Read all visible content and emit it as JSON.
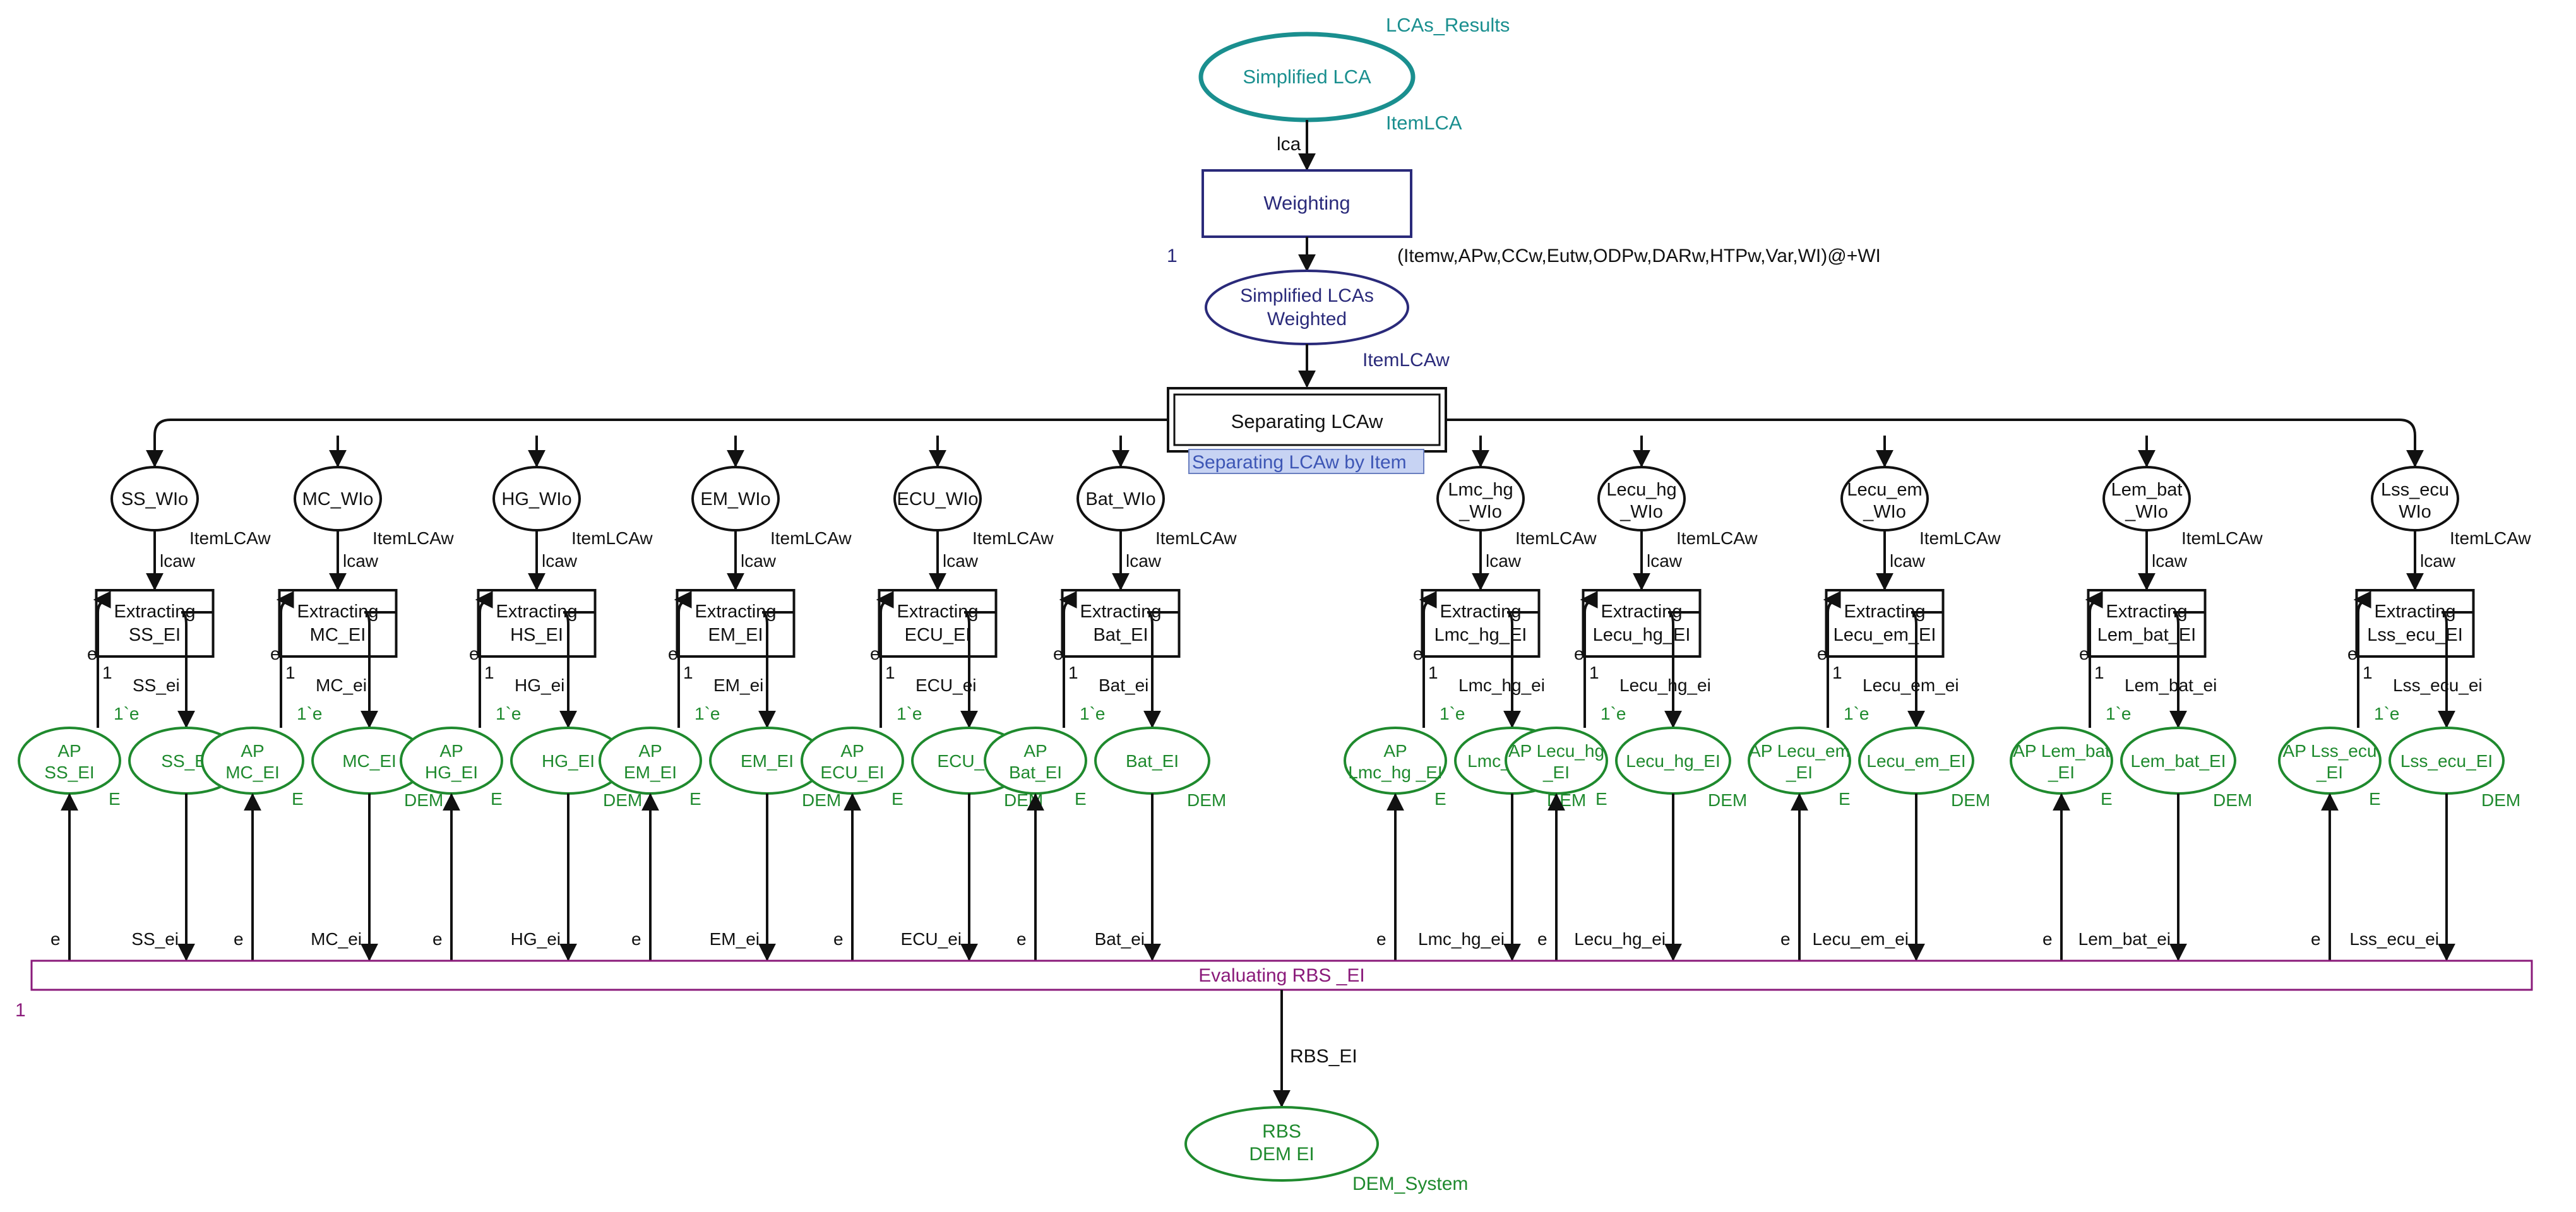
{
  "colors": {
    "teal": "#1a8f8f",
    "navy": "#2a2a7a",
    "green": "#1f8a2e",
    "magenta": "#8a1a7a",
    "black": "#111111",
    "highlight": "#c7d3f3"
  },
  "top": {
    "lca": {
      "label": "Simplified LCA",
      "name": "LCAs_Results",
      "type": "ItemLCA"
    },
    "lca_arc": "lca",
    "weighting": {
      "label": "Weighting",
      "count": "1"
    },
    "weighting_out_arc": "(Itemw,APw,CCw,Eutw,ODPw,DARw,HTPw,Var,WI)@+WI",
    "weighted": {
      "label1": "Simplified LCAs",
      "label2": "Weighted",
      "type": "ItemLCAw"
    },
    "separating": {
      "label": "Separating LCAw",
      "sublabel": "Separating LCAw by Item"
    }
  },
  "branches": [
    {
      "wio1": "SS_WIo",
      "wio2": "",
      "wio_type": "ItemLCAw",
      "lcaw": "lcaw",
      "ex1": "Extracting",
      "ex2": "SS_EI",
      "out_arc": "SS_ei",
      "in_e": "e",
      "in_1": "1",
      "one_e": "1`e",
      "ap1": "AP",
      "ap2": "SS_EI",
      "ap_type": "E",
      "ei": "SS_EI",
      "ei_type": "",
      "bottom_e": "e",
      "bottom_ei": "SS_ei"
    },
    {
      "wio1": "MC_WIo",
      "wio2": "",
      "wio_type": "ItemLCAw",
      "lcaw": "lcaw",
      "ex1": "Extracting",
      "ex2": "MC_EI",
      "out_arc": "MC_ei",
      "in_e": "e",
      "in_1": "1",
      "one_e": "1`e",
      "ap1": "AP",
      "ap2": "MC_EI",
      "ap_type": "E",
      "ei": "MC_EI",
      "ei_type": "DEM",
      "bottom_e": "e",
      "bottom_ei": "MC_ei"
    },
    {
      "wio1": "HG_WIo",
      "wio2": "",
      "wio_type": "ItemLCAw",
      "lcaw": "lcaw",
      "ex1": "Extracting",
      "ex2": "HS_EI",
      "out_arc": "HG_ei",
      "in_e": "e",
      "in_1": "1",
      "one_e": "1`e",
      "ap1": "AP",
      "ap2": "HG_EI",
      "ap_type": "E",
      "ei": "HG_EI",
      "ei_type": "DEM",
      "bottom_e": "e",
      "bottom_ei": "HG_ei"
    },
    {
      "wio1": "EM_WIo",
      "wio2": "",
      "wio_type": "ItemLCAw",
      "lcaw": "lcaw",
      "ex1": "Extracting",
      "ex2": "EM_EI",
      "out_arc": "EM_ei",
      "in_e": "e",
      "in_1": "1",
      "one_e": "1`e",
      "ap1": "AP",
      "ap2": "EM_EI",
      "ap_type": "E",
      "ei": "EM_EI",
      "ei_type": "DEM",
      "bottom_e": "e",
      "bottom_ei": "EM_ei"
    },
    {
      "wio1": "ECU_WIo",
      "wio2": "",
      "wio_type": "ItemLCAw",
      "lcaw": "lcaw",
      "ex1": "Extracting",
      "ex2": "ECU_EI",
      "out_arc": "ECU_ei",
      "in_e": "e",
      "in_1": "1",
      "one_e": "1`e",
      "ap1": "AP",
      "ap2": "ECU_EI",
      "ap_type": "E",
      "ei": "ECU_EI",
      "ei_type": "DEM",
      "bottom_e": "e",
      "bottom_ei": "ECU_ei"
    },
    {
      "wio1": "Bat_WIo",
      "wio2": "",
      "wio_type": "ItemLCAw",
      "lcaw": "lcaw",
      "ex1": "Extracting",
      "ex2": "Bat_EI",
      "out_arc": "Bat_ei",
      "in_e": "e",
      "in_1": "1",
      "one_e": "1`e",
      "ap1": "AP",
      "ap2": "Bat_EI",
      "ap_type": "E",
      "ei": "Bat_EI",
      "ei_type": "DEM",
      "bottom_e": "e",
      "bottom_ei": "Bat_ei"
    },
    {
      "wio1": "Lmc_hg",
      "wio2": "_WIo",
      "wio_type": "ItemLCAw",
      "lcaw": "lcaw",
      "ex1": "Extracting",
      "ex2": "Lmc_hg_EI",
      "out_arc": "Lmc_hg_ei",
      "in_e": "e",
      "in_1": "1",
      "one_e": "1`e",
      "ap1": "AP",
      "ap2": "Lmc_hg _EI",
      "ap_type": "E",
      "ei": "Lmc_hg_EI",
      "ei_type": "DEM",
      "bottom_e": "e",
      "bottom_ei": "Lmc_hg_ei"
    },
    {
      "wio1": "Lecu_hg",
      "wio2": "_WIo",
      "wio_type": "ItemLCAw",
      "lcaw": "lcaw",
      "ex1": "Extracting",
      "ex2": "Lecu_hg_EI",
      "out_arc": "Lecu_hg_ei",
      "in_e": "e",
      "in_1": "1",
      "one_e": "1`e",
      "ap1": "AP Lecu_hg",
      "ap2": "_EI",
      "ap_type": "E",
      "ei": "Lecu_hg_EI",
      "ei_type": "DEM",
      "bottom_e": "e",
      "bottom_ei": "Lecu_hg_ei"
    },
    {
      "wio1": "Lecu_em",
      "wio2": "_WIo",
      "wio_type": "ItemLCAw",
      "lcaw": "lcaw",
      "ex1": "Extracting",
      "ex2": "Lecu_em_EI",
      "out_arc": "Lecu_em_ei",
      "in_e": "e",
      "in_1": "1",
      "one_e": "1`e",
      "ap1": "AP Lecu_em",
      "ap2": "_EI",
      "ap_type": "E",
      "ei": "Lecu_em_EI",
      "ei_type": "DEM",
      "bottom_e": "e",
      "bottom_ei": "Lecu_em_ei"
    },
    {
      "wio1": "Lem_bat",
      "wio2": "_WIo",
      "wio_type": "ItemLCAw",
      "lcaw": "lcaw",
      "ex1": "Extracting",
      "ex2": "Lem_bat_EI",
      "out_arc": "Lem_bat_ei",
      "in_e": "e",
      "in_1": "1",
      "one_e": "1`e",
      "ap1": "AP Lem_bat",
      "ap2": "_EI",
      "ap_type": "E",
      "ei": "Lem_bat_EI",
      "ei_type": "DEM",
      "bottom_e": "e",
      "bottom_ei": "Lem_bat_ei"
    },
    {
      "wio1": "Lss_ecu",
      "wio2": "WIo",
      "wio_type": "ItemLCAw",
      "lcaw": "lcaw",
      "ex1": "Extracting",
      "ex2": "Lss_ecu_EI",
      "out_arc": "Lss_ecu_ei",
      "in_e": "e",
      "in_1": "1",
      "one_e": "1`e",
      "ap1": "AP Lss_ecu",
      "ap2": "_EI",
      "ap_type": "E",
      "ei": "Lss_ecu_EI",
      "ei_type": "DEM",
      "bottom_e": "e",
      "bottom_ei": "Lss_ecu_ei"
    }
  ],
  "bottom": {
    "evaluating": {
      "label": "Evaluating RBS _EI",
      "count": "1"
    },
    "rbs_arc": "RBS_EI",
    "rbs": {
      "label1": "RBS",
      "label2": "DEM EI",
      "type": "DEM_System"
    }
  }
}
